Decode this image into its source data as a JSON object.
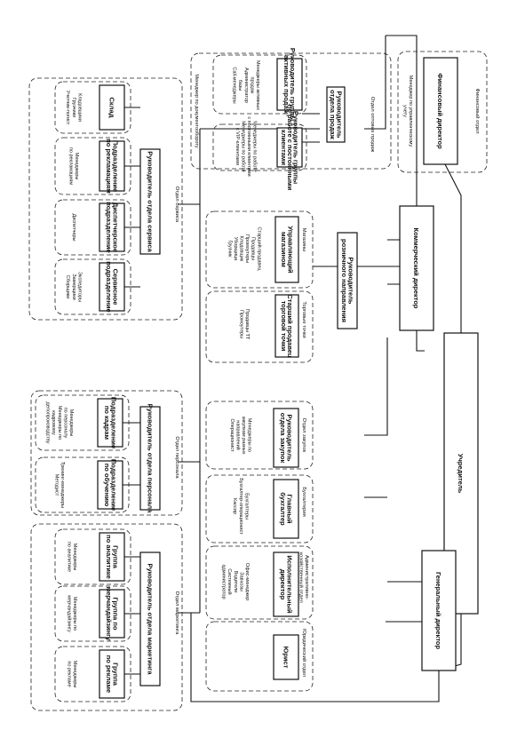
{
  "org": {
    "founder": "Учредитель",
    "general_director": "Генеральный директор",
    "commercial_director": "Коммерческий директор",
    "finance_dept": {
      "group": "Финансовый отдел",
      "head": "Финансовый директор",
      "staff": [
        "Менеджер по управленческому",
        "учету"
      ]
    },
    "sales_dept": {
      "group": "Отдел оптовых продаж",
      "head": [
        "Руководитель",
        "отдела продаж"
      ],
      "active_head": [
        "Руководитель группы",
        "активных продаж"
      ],
      "active_staff": [
        "Менеджеры активных",
        "продаж",
        "Администратор",
        "базы",
        "Call-менеджеры"
      ],
      "regular_head": [
        "Руководитель группы",
        "по работе с постоянными",
        "клиентами"
      ],
      "regular_staff": [
        "Менеджеры по работе",
        "с постоянными клиентами",
        "Менеджеры по работе",
        "с VIP-клиентами"
      ],
      "docs": "Менеджер по документообороту"
    },
    "retail": {
      "head": [
        "Руководитель",
        "розничного направления"
      ],
      "stores_group": "Магазины",
      "stores_head": [
        "Управляющий",
        "магазином"
      ],
      "stores_staff": [
        "Старший продавец",
        "Продавцы",
        "Промоутеры",
        "Кладовщик",
        "Уборщица",
        "Грузчик"
      ],
      "points_group": "Торговые точки",
      "points_head": [
        "Старший продавец",
        "торговой точки"
      ],
      "points_staff": [
        "Продавцы ТТ",
        "Промоутеры"
      ]
    },
    "purchasing": {
      "group": "Отдел закупок",
      "head": [
        "Руководитель",
        "отдела закупок"
      ],
      "staff": [
        "Менеджеры по",
        "закупкам разных",
        "направлений",
        "Операционист"
      ]
    },
    "accounting": {
      "group": "Бухгалтерия",
      "head": [
        "Главный",
        "бухгалтер"
      ],
      "staff": [
        "Бухгалтеры",
        "Бухгалтер-операционист",
        "Кассир"
      ]
    },
    "admin": {
      "group": [
        "Административно-",
        "хозяйственный отдел"
      ],
      "head": [
        "Исполнительный",
        "директор"
      ],
      "staff": [
        "Офис-менеджер",
        "Завхозы",
        "Водители",
        "Системный",
        "администратор"
      ]
    },
    "legal": {
      "group": "Юридический отдел",
      "head": "Юрист"
    },
    "service": {
      "group": "Отдел сервиса",
      "head": "Руководитель отдела сервиса",
      "units": [
        {
          "title": [
            "Склад"
          ],
          "staff": [
            "Кладовщики",
            "Грузчики",
            "Учетчик-логист"
          ]
        },
        {
          "title": [
            "Подразделение",
            "по рекламациям"
          ],
          "staff": [
            "Менеджеры",
            "по рекламациям"
          ]
        },
        {
          "title": [
            "Диспетчерское",
            "подразделение"
          ],
          "staff": [
            "Диспетчеры"
          ]
        },
        {
          "title": [
            "Сервисное",
            "подразделение"
          ],
          "staff": [
            "Экспедиторы",
            "Замерщики",
            "Сборщики"
          ]
        }
      ]
    },
    "personnel": {
      "group": "Отдел персонала",
      "head": "Руководитель отдела персонала",
      "units": [
        {
          "title": [
            "Подразделение",
            "по кадрам"
          ],
          "staff": [
            "Менеджеры",
            "по персоналу",
            "Менеджеры по",
            "кадровому",
            "делопроизводству"
          ]
        },
        {
          "title": [
            "Подразделение",
            "по обучению"
          ],
          "staff": [
            "Тренинг-менеджеры",
            "Методист"
          ]
        }
      ]
    },
    "marketing": {
      "group": "Отдел маркетинга",
      "head": "Руководитель отдела маркетинга",
      "units": [
        {
          "title": [
            "Группа",
            "по аналитике"
          ],
          "staff": [
            "Менеджеры",
            "по аналитике"
          ]
        },
        {
          "title": [
            "Группа по",
            "мерчандайзингу"
          ],
          "staff": [
            "Менеджеры по",
            "мерчандайзингу"
          ]
        },
        {
          "title": [
            "Группа",
            "по рекламе"
          ],
          "staff": [
            "Менеджеры",
            "по рекламе"
          ]
        }
      ]
    }
  }
}
